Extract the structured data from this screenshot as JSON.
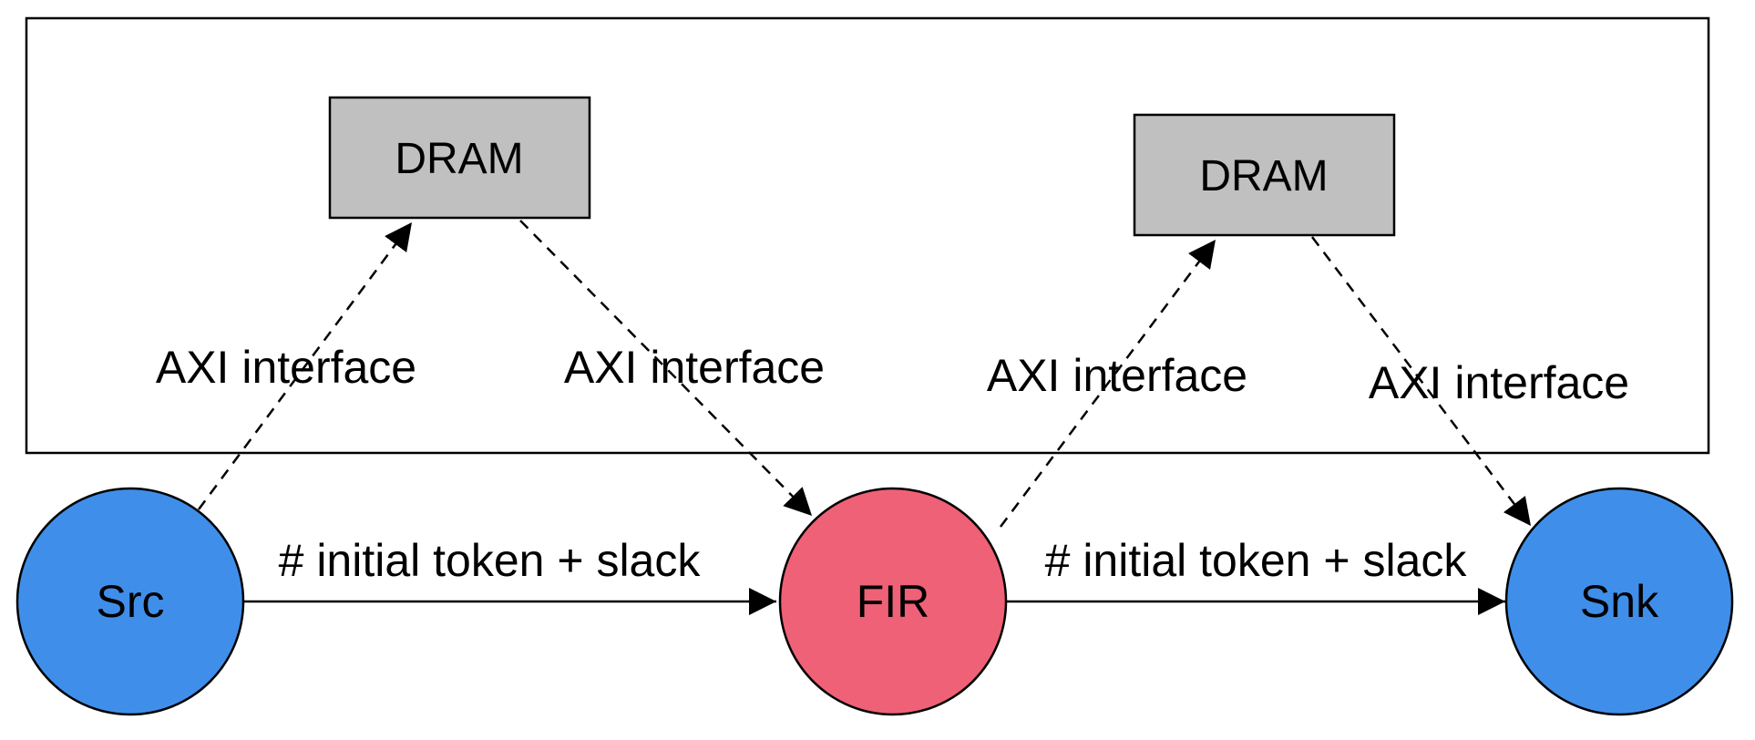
{
  "colors": {
    "src": "#3f8fea",
    "fir": "#ef6176",
    "snk": "#3f8fea",
    "dram": "#c0c0c0",
    "stroke": "#000000"
  },
  "nodes": {
    "src": "Src",
    "fir": "FIR",
    "snk": "Snk"
  },
  "memories": {
    "dram_left": "DRAM",
    "dram_right": "DRAM"
  },
  "edges": {
    "src_to_fir": "# initial token + slack",
    "fir_to_snk": "# initial token + slack",
    "src_to_dram_left": "AXI interface",
    "dram_left_to_fir": "AXI interface",
    "fir_to_dram_right": "AXI interface",
    "dram_right_to_snk": "AXI interface"
  }
}
